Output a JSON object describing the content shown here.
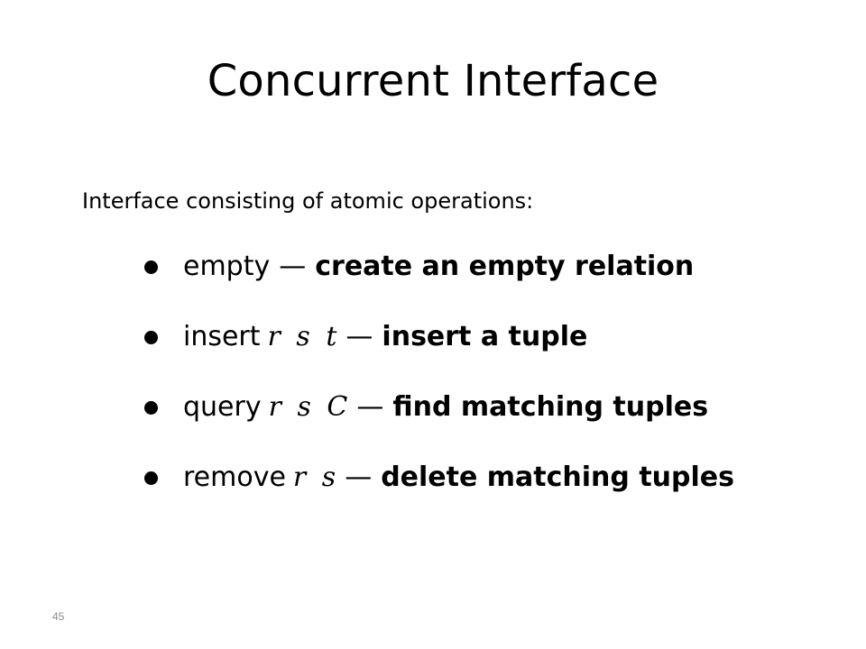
{
  "slide": {
    "title": "Concurrent Interface",
    "intro": "Interface consisting of atomic operations:",
    "page_number": "45"
  },
  "operations": [
    {
      "keyword": "empty",
      "args": "",
      "dash": "—",
      "description": "create an empty relation"
    },
    {
      "keyword": "insert",
      "args": "r s t",
      "dash": "—",
      "description": "insert a tuple"
    },
    {
      "keyword": "query",
      "args": "r s C",
      "dash": "—",
      "description": "find matching tuples"
    },
    {
      "keyword": "remove",
      "args": "r s",
      "dash": "—",
      "description": "delete matching tuples"
    }
  ]
}
